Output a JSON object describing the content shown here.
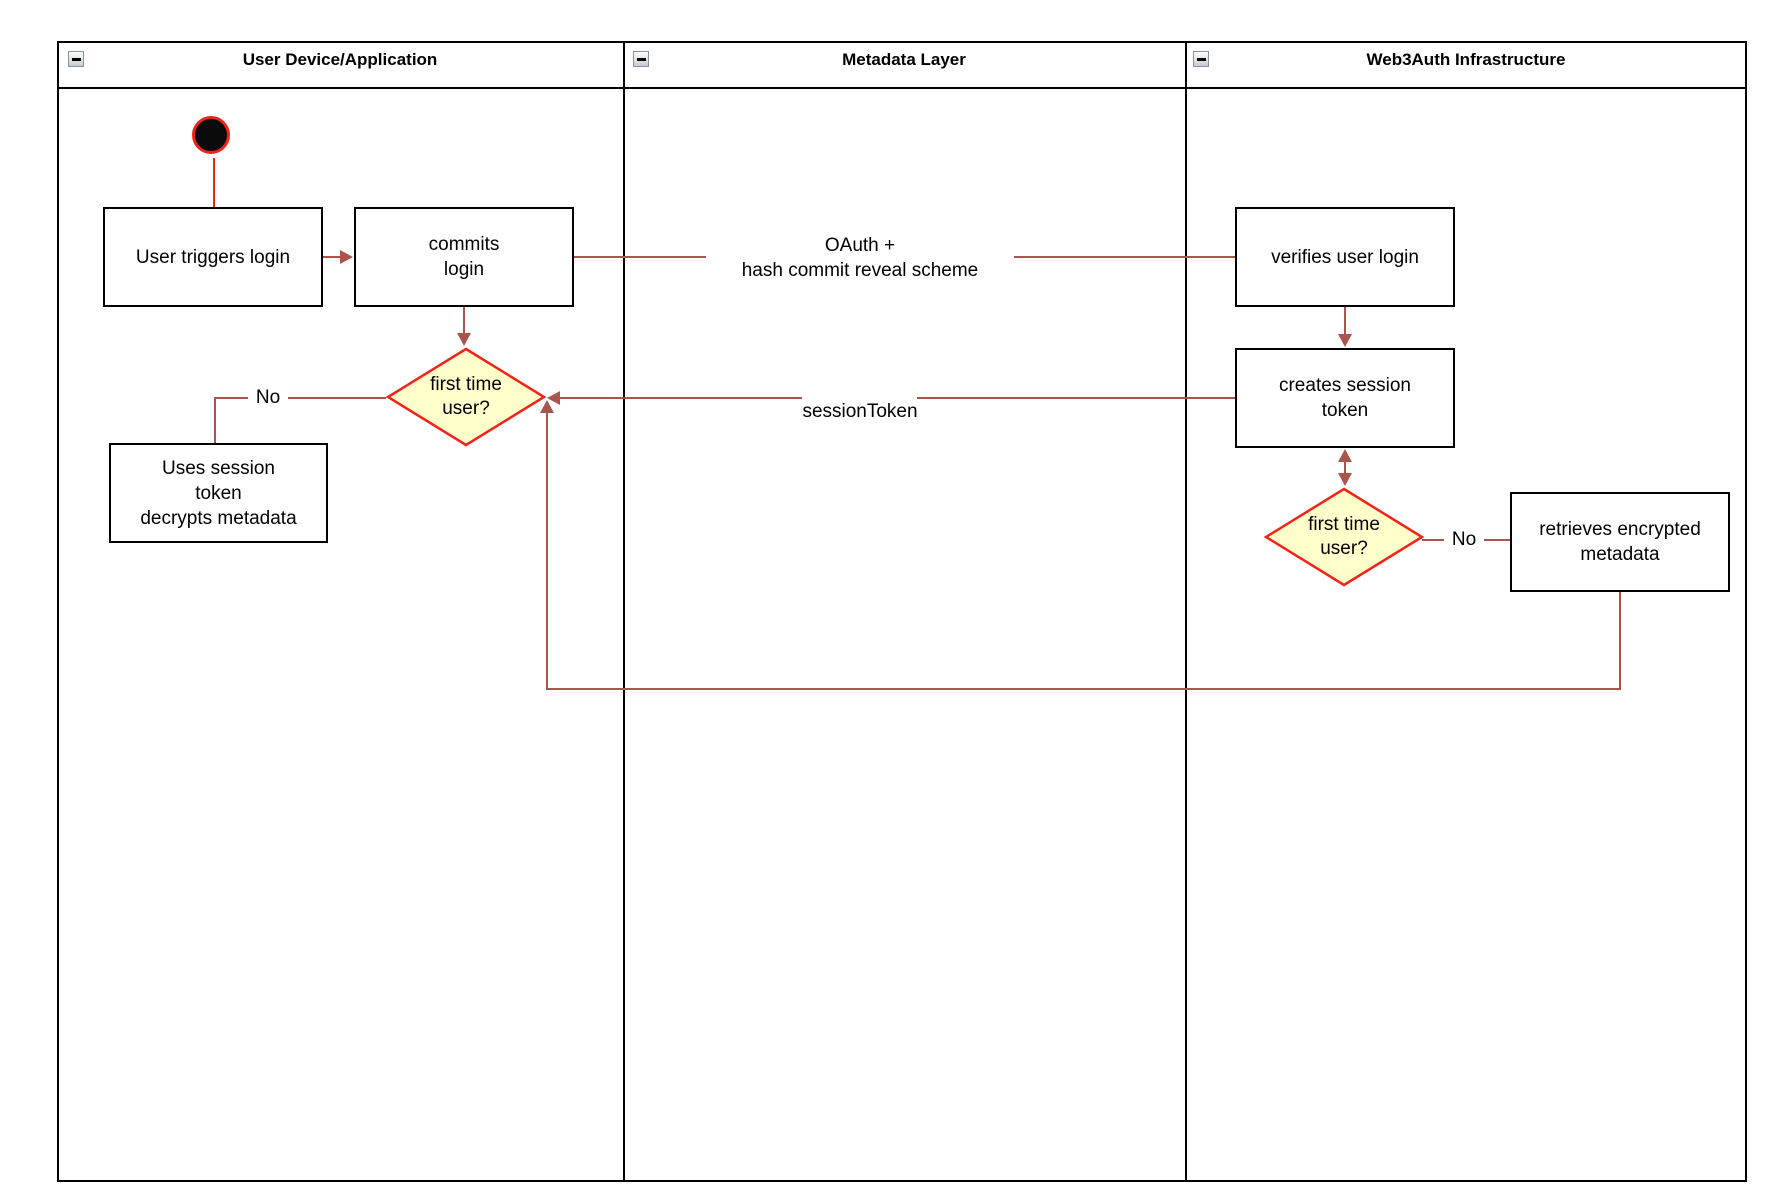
{
  "colors": {
    "arrow": "#a9544d",
    "accent-red": "#f02419",
    "diamond-fill": "#ffffcc",
    "line-black": "#000000",
    "collapse-border": "#8a94a3"
  },
  "lanes": [
    {
      "title": "User Device/Application"
    },
    {
      "title": "Metadata Layer"
    },
    {
      "title": "Web3Auth Infrastructure"
    }
  ],
  "nodes": {
    "user_triggers_login": {
      "label": "User triggers login"
    },
    "commits_login": {
      "lines": [
        "commits",
        "login"
      ]
    },
    "first_time_user_left": {
      "lines": [
        "first time",
        "user?"
      ]
    },
    "uses_session_token": {
      "lines": [
        "Uses session",
        "token",
        "decrypts metadata"
      ]
    },
    "verifies_user_login": {
      "label": "verifies user login"
    },
    "creates_session_token": {
      "lines": [
        "creates session",
        "token"
      ]
    },
    "first_time_user_right": {
      "lines": [
        "first time",
        "user?"
      ]
    },
    "retrieves_encrypted_metadata": {
      "lines": [
        "retrieves encrypted",
        "metadata"
      ]
    }
  },
  "edges": {
    "oauth": {
      "lines": [
        "OAuth +",
        "hash commit reveal scheme"
      ]
    },
    "session_token": {
      "label": "sessionToken"
    },
    "no_left": {
      "label": "No"
    },
    "no_right": {
      "label": "No"
    }
  }
}
